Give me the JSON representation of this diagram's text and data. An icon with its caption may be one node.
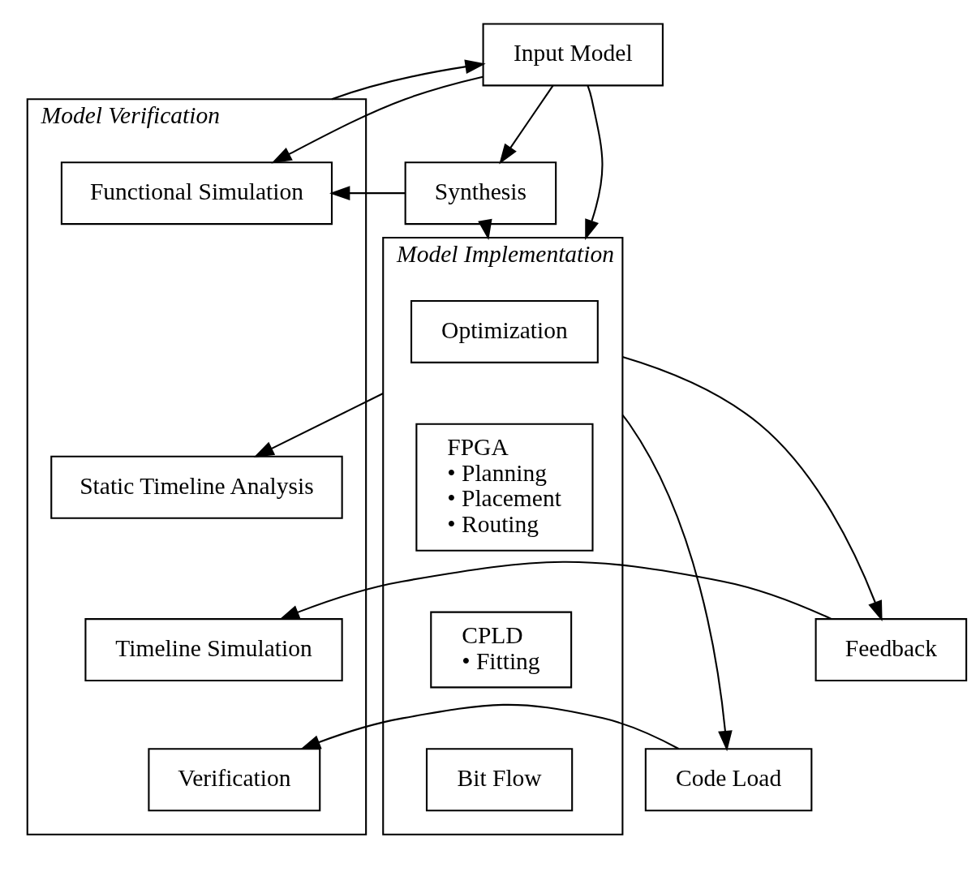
{
  "diagram": {
    "nodes": [
      {
        "text": [
          "Input Model"
        ]
      },
      {
        "text": [
          "Synthesis"
        ]
      },
      {
        "text": [
          "Model Implementation"
        ]
      },
      {
        "text": [
          "Optimization"
        ],
        "in": 2
      },
      {
        "text": [
          "FPGA",
          "• Planning",
          "• Placement",
          "• Routing"
        ],
        "in": 2
      },
      {
        "text": [
          "CPLD",
          "• Fitting"
        ],
        "in": 2
      },
      {
        "text": [
          "Bit Flow"
        ],
        "in": 2
      },
      {
        "text": [
          "Code Load"
        ]
      },
      {
        "text": [
          "Feedback"
        ]
      },
      {
        "text": [
          "Model Verification"
        ]
      },
      {
        "text": [
          "Functional Simulation"
        ],
        "in": 9
      },
      {
        "text": [
          "Static Timeline Analysis"
        ],
        "in": 9
      },
      {
        "text": [
          "Timeline Simulation"
        ],
        "in": 9
      },
      {
        "text": [
          "Verification"
        ],
        "in": 9
      }
    ],
    "edges": [
      {
        "from": 9,
        "to": 0,
        "arrow": "to"
      },
      {
        "from": 0,
        "to": 10,
        "arrow": "to"
      },
      {
        "from": 0,
        "to": 1,
        "arrow": "to"
      },
      {
        "from": 0,
        "to": 2,
        "arrow": "to"
      },
      {
        "from": 1,
        "to": 2,
        "arrow": "to"
      },
      {
        "from": 1,
        "to": 10,
        "arrow": "to"
      },
      {
        "from": 2,
        "to": 11,
        "arrow": "to"
      },
      {
        "from": 2,
        "to": 8,
        "arrow": "to"
      },
      {
        "from": 8,
        "to": 12,
        "arrow": "to"
      },
      {
        "from": 2,
        "to": 7,
        "arrow": "to"
      },
      {
        "from": 7,
        "to": 13,
        "arrow": "to"
      }
    ]
  }
}
